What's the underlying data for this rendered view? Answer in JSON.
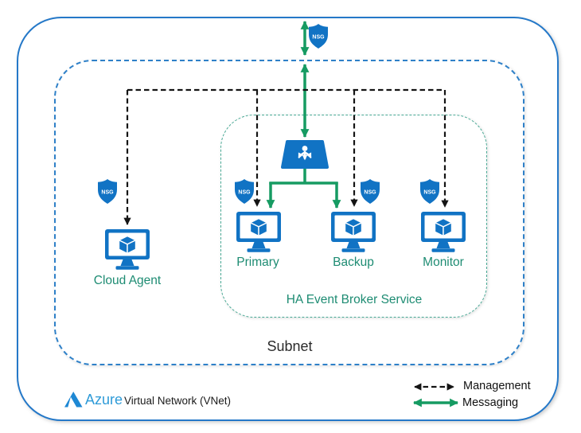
{
  "diagram": {
    "title_row": {
      "brand": "Azure",
      "vnet_label": "Virtual Network (VNet)"
    },
    "containers": {
      "vnet": "Virtual Network (VNet)",
      "subnet_label": "Subnet",
      "ha_group_label": "HA Event Broker Service"
    },
    "nsg_label": "NSG",
    "nodes": {
      "cloud_agent": {
        "label": "Cloud Agent",
        "type": "virtual-machine"
      },
      "primary": {
        "label": "Primary",
        "type": "virtual-machine"
      },
      "backup": {
        "label": "Backup",
        "type": "virtual-machine"
      },
      "monitor": {
        "label": "Monitor",
        "type": "virtual-machine"
      }
    },
    "load_balancer": {
      "type": "azure-load-balancer"
    },
    "legend": {
      "management": "Management",
      "messaging": "Messaging"
    },
    "icons": [
      "nsg-shield-icon",
      "virtual-machine-icon",
      "load-balancer-icon",
      "azure-logo-icon",
      "management-arrow-icon",
      "messaging-arrow-icon"
    ],
    "colors": {
      "azure_icon_blue": "#1173C4",
      "vnet_border_blue": "#2478C8",
      "subnet_border_blue": "#2E80C8",
      "ha_border_teal": "#48A894",
      "messaging_green": "#169B62",
      "label_green": "#1E8C73",
      "management_black": "#141414",
      "azure_word_blue": "#2E9BD8"
    }
  }
}
